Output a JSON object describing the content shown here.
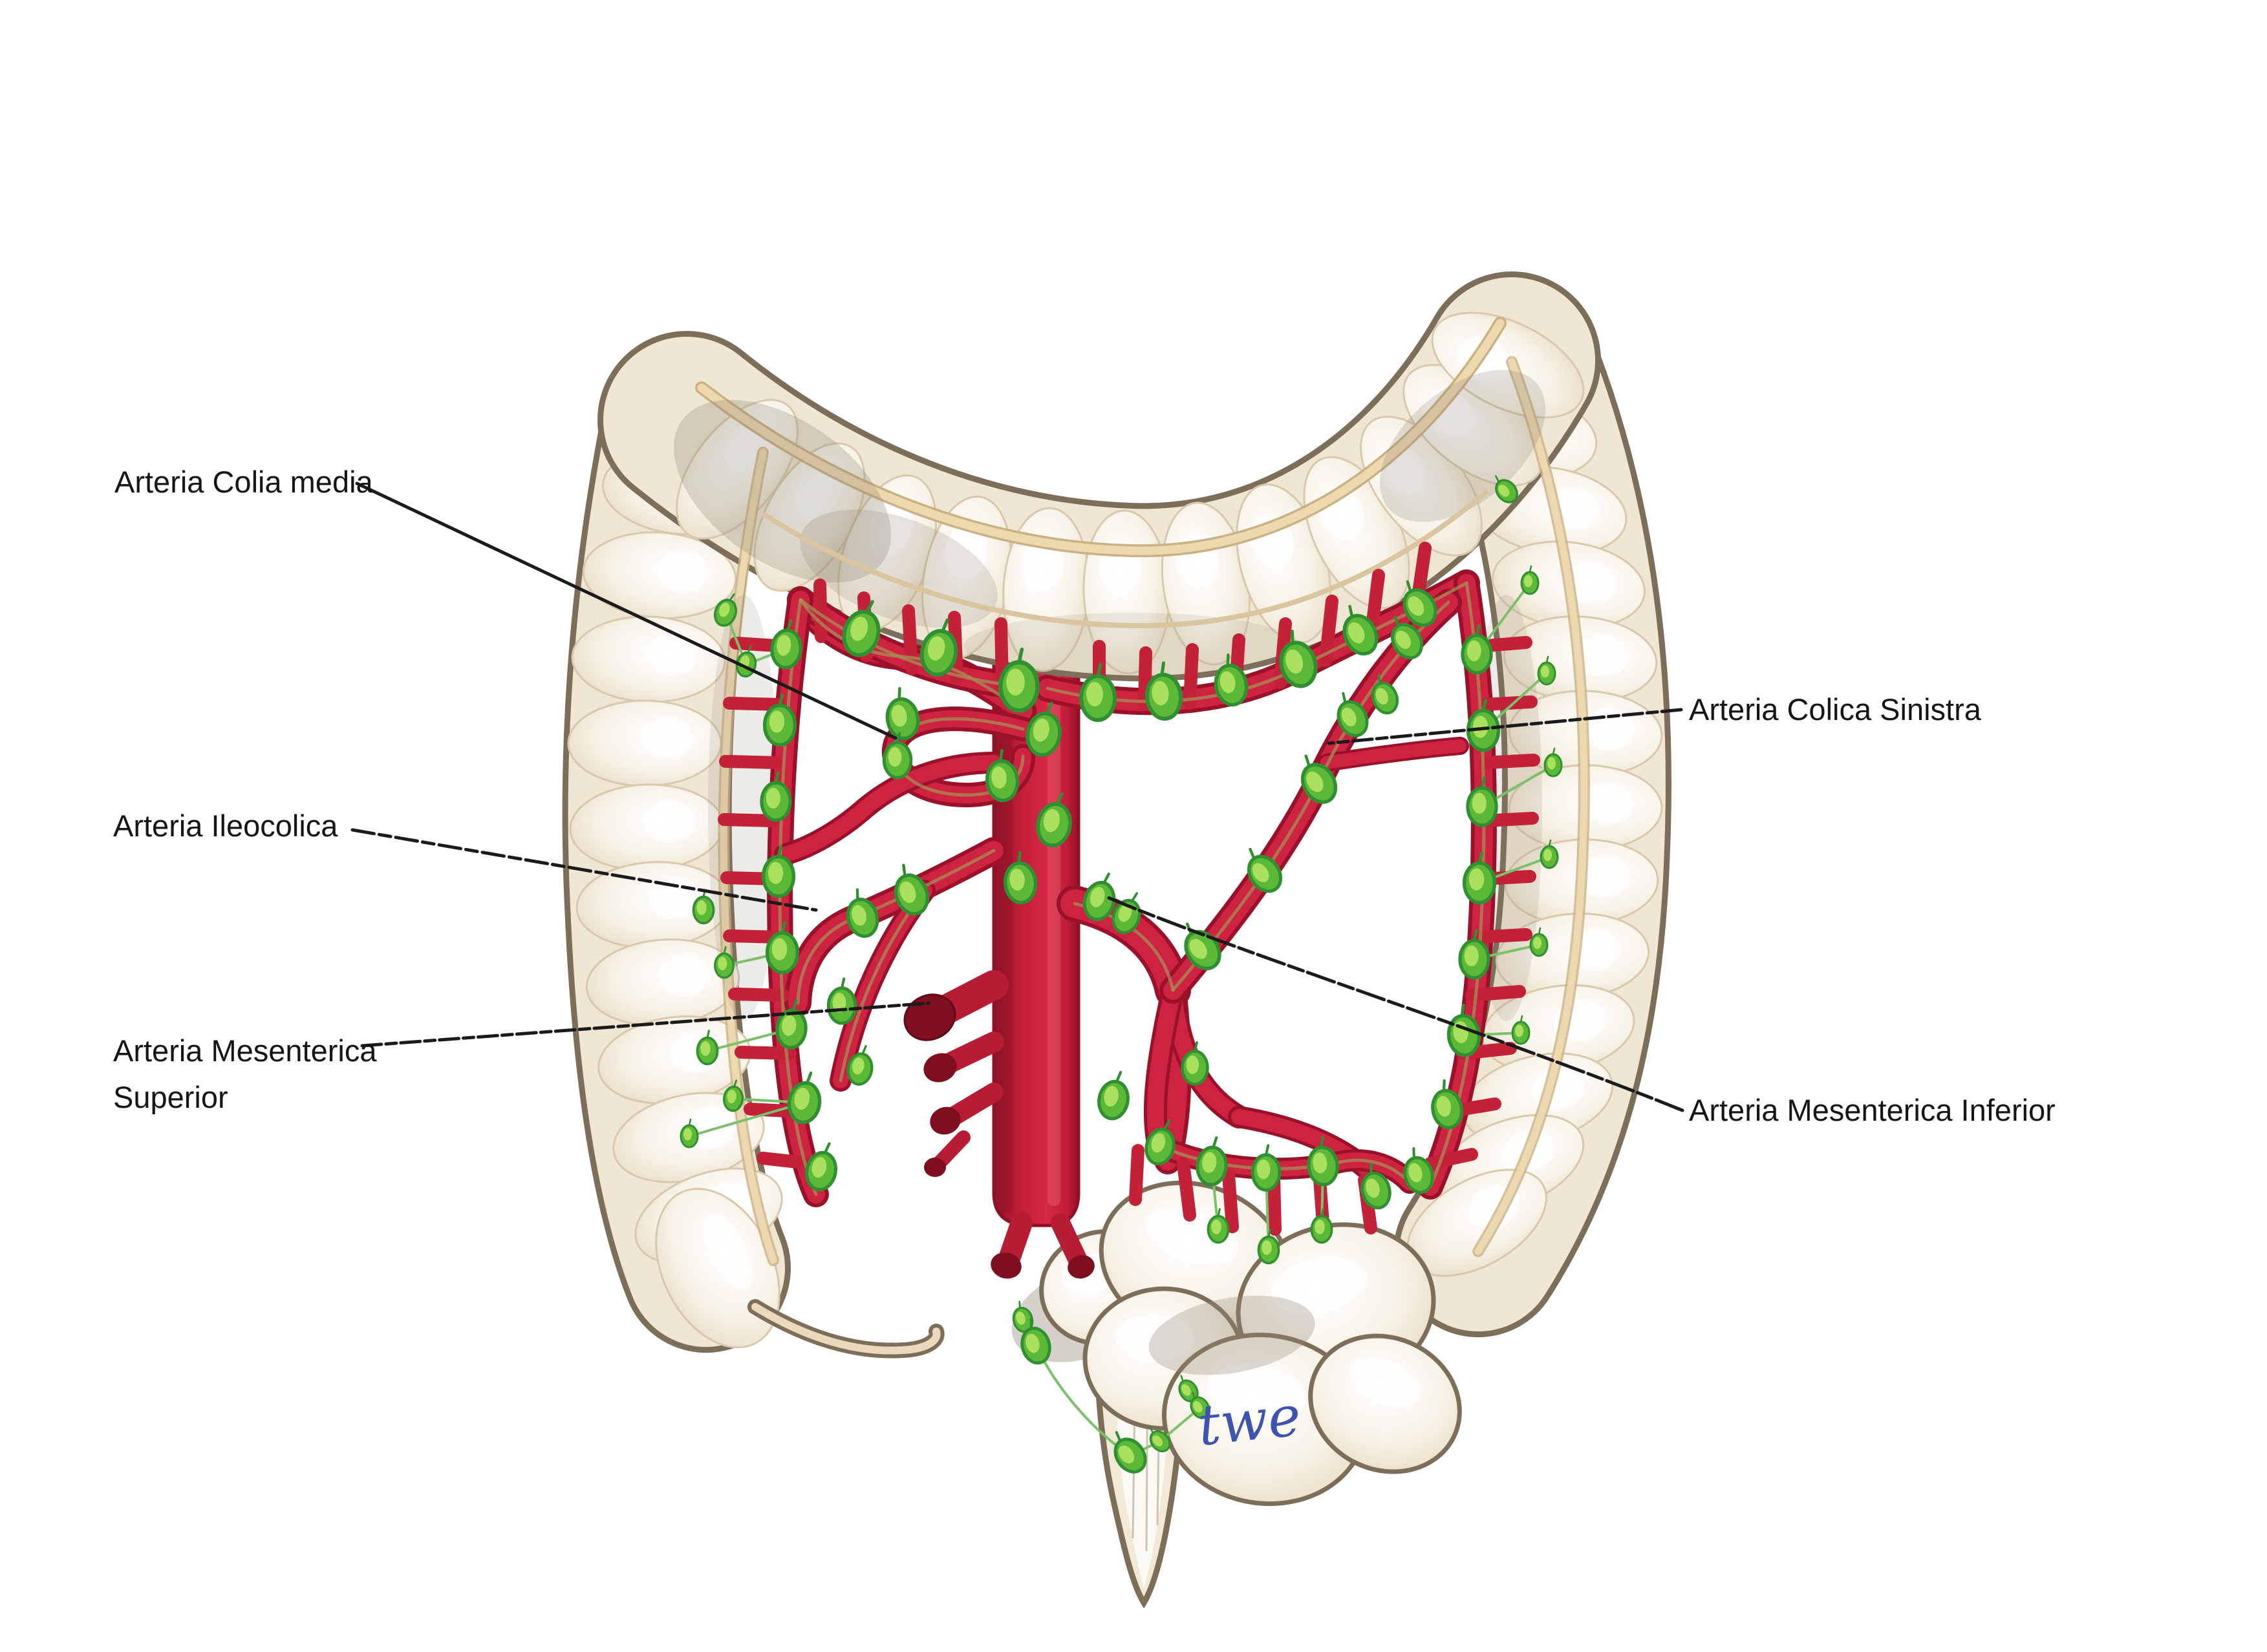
{
  "figure": {
    "type": "medical-illustration",
    "subject": "Large intestine (colon) with mesenteric arteries and lymph nodes",
    "background": "#ffffff"
  },
  "labels": {
    "colia_media": "Arteria Colia media",
    "ileocolica": "Arteria Ileocolica",
    "mesenterica_superior_line1": "Arteria Mesenterica",
    "mesenterica_superior_line2": "Superior",
    "colica_sinistra": "Arteria Colica Sinistra",
    "mesenterica_inferior": "Arteria Mesenterica Inferior"
  },
  "signature": "twe",
  "colors": {
    "artery_red": "#ce2340",
    "artery_dark_rim": "#9b1129",
    "artery_cut_stub": "#7d0f1f",
    "lymph_node_green": "#5cb837",
    "lymph_node_outline": "#2f8f31",
    "lymph_vessel_tan": "#a88e57",
    "colon_cream": "#efe6d3",
    "colon_outline": "#7d6e5a",
    "taenia_tan": "#ecd9b0",
    "label_text": "#151515",
    "leader_line": "#1b1b1b",
    "signature_blue": "#3d55b0"
  }
}
